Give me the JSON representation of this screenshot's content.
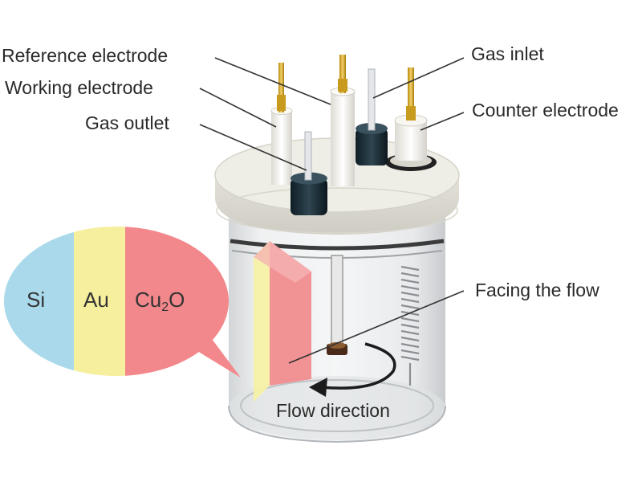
{
  "labels": {
    "reference_electrode": "Reference electrode",
    "working_electrode": "Working electrode",
    "gas_outlet": "Gas outlet",
    "gas_inlet": "Gas inlet",
    "counter_electrode": "Counter electrode",
    "facing_the_flow": "Facing the flow",
    "flow_direction": "Flow direction"
  },
  "layers": {
    "si": "Si",
    "au": "Au",
    "cu2o_base": "Cu",
    "cu2o_sub": "2",
    "cu2o_tail": "O"
  },
  "colors": {
    "si": "#a9d9ea",
    "au": "#f6ef9e",
    "cu2o": "#f2888c",
    "lid": "#efeee6",
    "text": "#2a2a2a"
  }
}
